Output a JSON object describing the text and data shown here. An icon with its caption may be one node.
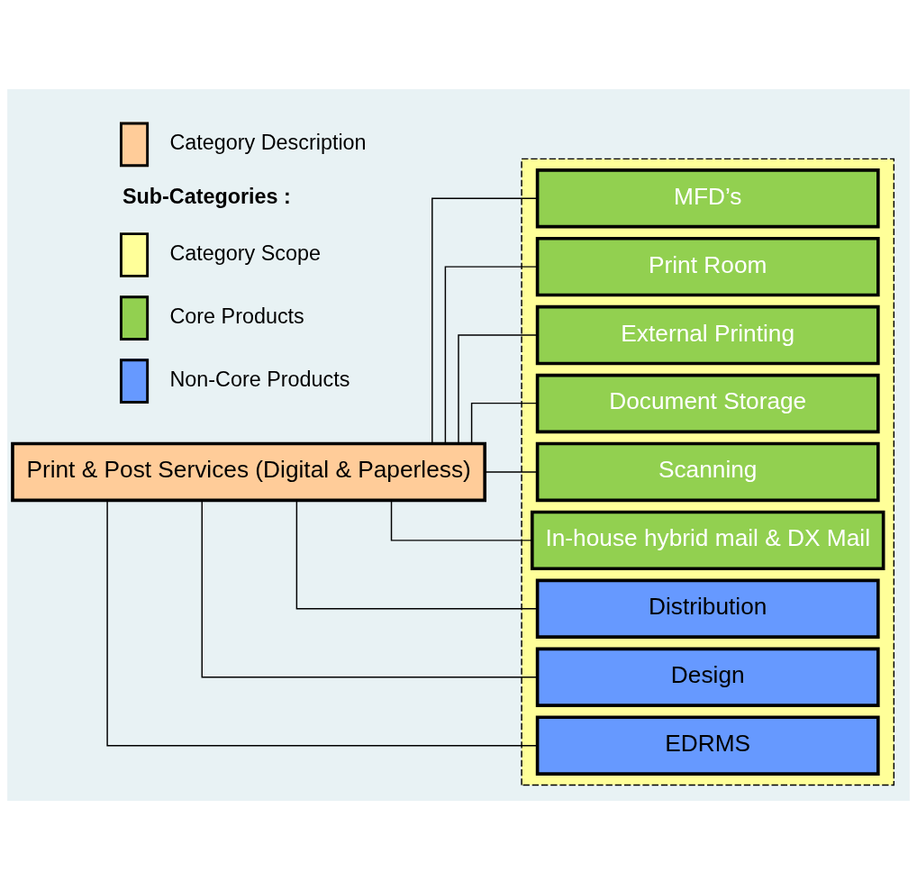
{
  "diagram": {
    "nodes": [
      {
        "text": [
          "Print & Post Services (Digital & Paperless)"
        ]
      },
      {
        "text": [],
        "shape": "box"
      },
      {
        "text": [
          "MFD’s"
        ],
        "in": 1
      },
      {
        "text": [
          "Print Room"
        ],
        "in": 1
      },
      {
        "text": [
          "External Printing"
        ],
        "in": 1
      },
      {
        "text": [
          "Document Storage"
        ],
        "in": 1
      },
      {
        "text": [
          "Scanning"
        ],
        "in": 1
      },
      {
        "text": [
          "In-house hybrid mail & DX Mail"
        ],
        "in": 1
      },
      {
        "text": [
          "Distribution"
        ],
        "in": 1
      },
      {
        "text": [
          "Design"
        ],
        "in": 1
      },
      {
        "text": [
          "EDRMS"
        ],
        "in": 1
      }
    ],
    "edges": [
      {
        "from": 0,
        "to": 2,
        "arrow": "none"
      },
      {
        "from": 0,
        "to": 3,
        "arrow": "none"
      },
      {
        "from": 0,
        "to": 4,
        "arrow": "none"
      },
      {
        "from": 0,
        "to": 5,
        "arrow": "none"
      },
      {
        "from": 0,
        "to": 6,
        "arrow": "none"
      },
      {
        "from": 0,
        "to": 7,
        "arrow": "none"
      },
      {
        "from": 0,
        "to": 8,
        "arrow": "none"
      },
      {
        "from": 0,
        "to": 9,
        "arrow": "none"
      },
      {
        "from": 0,
        "to": 10,
        "arrow": "none"
      }
    ],
    "labels": [
      "Sub-Categories :"
    ],
    "legend": [
      {
        "text": "Category Description",
        "color": "#ffcc99"
      },
      {
        "text": "Category Scope",
        "color": "#ffff99"
      },
      {
        "text": "Core Products",
        "color": "#92d050"
      },
      {
        "text": "Non-Core Products",
        "color": "#6699ff"
      }
    ]
  }
}
